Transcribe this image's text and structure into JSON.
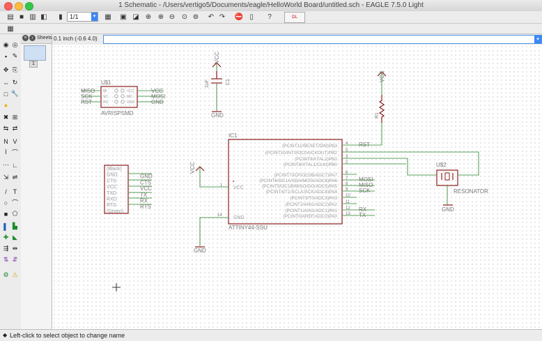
{
  "window": {
    "title": "1 Schematic - /Users/vertigo5/Documents/eagle/HelloWorld Board/untitled.sch - EAGLE 7.5.0 Light"
  },
  "toolbar": {
    "zoom_value": "1/1"
  },
  "sheets": {
    "tab_label": "Sheets",
    "sheet_number": "1"
  },
  "coordinate_display": "0.1 inch (-0.6 4.0)",
  "command_line": {
    "value": ""
  },
  "status": {
    "message": "Left-click to select object to change name"
  },
  "schematic": {
    "u1": {
      "name": "U$1",
      "value": "AVRISPSMD",
      "left_pins": [
        "MISO",
        "SCK",
        "RST"
      ],
      "right_pins": [
        "VCC",
        "MOSI",
        "GND"
      ],
      "pad_left": [
        "MI",
        "SC",
        "RS"
      ],
      "pad_right": [
        "VCC",
        "MO",
        "GND"
      ]
    },
    "c1": {
      "name": "C1",
      "value": "1uF",
      "vcc": "VCC",
      "gnd": "GND"
    },
    "r1": {
      "name": "R1",
      "vcc": "VCC",
      "net": "RST"
    },
    "ic1": {
      "name": "IC1",
      "value": "ATTINY44-SSU",
      "vcc_label": "VCC",
      "gnd_label": "GND",
      "vcc_pin": "1",
      "gnd_pin": "14",
      "pins": [
        {
          "label": "(PCINT11/RESET/DW)PB3",
          "num": "4",
          "net": "RST"
        },
        {
          "label": "(PCINT10/INT0/OC0A/CKOUT)PB2",
          "num": "5",
          "net": ""
        },
        {
          "label": "(PCINT9/XTAL2)PB1",
          "num": "3",
          "net": ""
        },
        {
          "label": "(PCINT8/XTAL1/CLKI)PB0",
          "num": "2",
          "net": ""
        },
        {
          "label": "(PCINT7/ICP/OC0B/ADC7)PA7",
          "num": "6",
          "net": ""
        },
        {
          "label": "(PCINT6/OC1A/SDA/MOSI/ADC6)PA6",
          "num": "7",
          "net": "MOSI"
        },
        {
          "label": "(PCINT5/OC1B/MISO/DO/ADC5)PA5",
          "num": "8",
          "net": "MISO"
        },
        {
          "label": "(PCINT4/T1/SCL/USCK/ADC4)PA4",
          "num": "9",
          "net": "SCK"
        },
        {
          "label": "(PCINT3/T0/ADC3)PA3",
          "num": "10",
          "net": ""
        },
        {
          "label": "(PCINT2/AIN1/ADC2)PA2",
          "num": "11",
          "net": ""
        },
        {
          "label": "(PCINT1/AIN1/ADC1)PA1",
          "num": "12",
          "net": "RX"
        },
        {
          "label": "(PCINT0/AREF/ADC0)PA0",
          "num": "13",
          "net": "TX"
        }
      ]
    },
    "ftdi": {
      "pins": [
        "(Black)",
        "GND",
        "CTS",
        "VCC",
        "TXD",
        "RXD",
        "RTS",
        "(Green)"
      ],
      "nets": [
        "",
        "GND",
        "CTS",
        "VCC",
        "TX",
        "RX",
        "RTS",
        ""
      ]
    },
    "u2": {
      "name": "U$2",
      "value": "RESONATOR",
      "gnd": "GND"
    },
    "vcc_label": "VCC",
    "gnd_label": "GND"
  }
}
